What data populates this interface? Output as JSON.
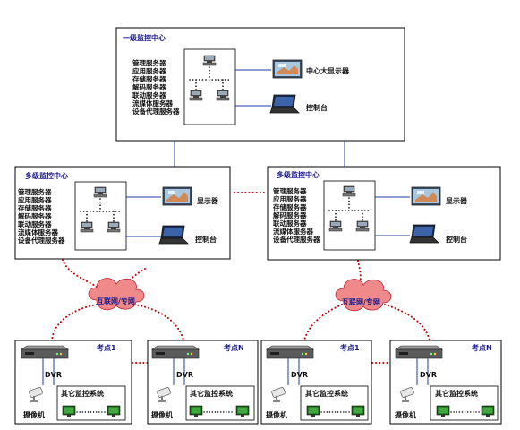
{
  "top_center": {
    "title": "一级监控中心",
    "servers": [
      "管理服务器",
      "应用服务器",
      "存储服务器",
      "解码服务器",
      "联动服务器",
      "流媒体服务器",
      "设备代理服务器"
    ],
    "display_label": "中心大显示器",
    "console_label": "控制台"
  },
  "mid_centers": [
    {
      "title": "多级监控中心",
      "servers": [
        "管理服务器",
        "应用服务器",
        "存储服务器",
        "解码服务器",
        "联动服务器",
        "流媒体服务器",
        "设备代理服务器"
      ],
      "display_label": "显示器",
      "console_label": "控制台"
    },
    {
      "title": "多级监控中心",
      "servers": [
        "管理服务器",
        "应用服务器",
        "存储服务器",
        "解码服务器",
        "联动服务器",
        "流媒体服务器",
        "设备代理服务器"
      ],
      "display_label": "显示器",
      "console_label": "控制台"
    }
  ],
  "clouds": [
    {
      "label": "互联网/专网"
    },
    {
      "label": "互联网/专网"
    }
  ],
  "sites": [
    {
      "title": "考点1",
      "dvr": "DVR",
      "camera": "摄像机",
      "other": "其它监控系统"
    },
    {
      "title": "考点N",
      "dvr": "DVR",
      "camera": "摄像机",
      "other": "其它监控系统"
    },
    {
      "title": "考点1",
      "dvr": "DVR",
      "camera": "摄像机",
      "other": "其它监控系统"
    },
    {
      "title": "考点N",
      "dvr": "DVR",
      "camera": "摄像机",
      "other": "其它监控系统"
    }
  ],
  "colors": {
    "link_blue": "#1e3ea0",
    "net_red": "#c00000",
    "cloud_fill": "#f08080",
    "title_blue": "#1a1a8c"
  }
}
